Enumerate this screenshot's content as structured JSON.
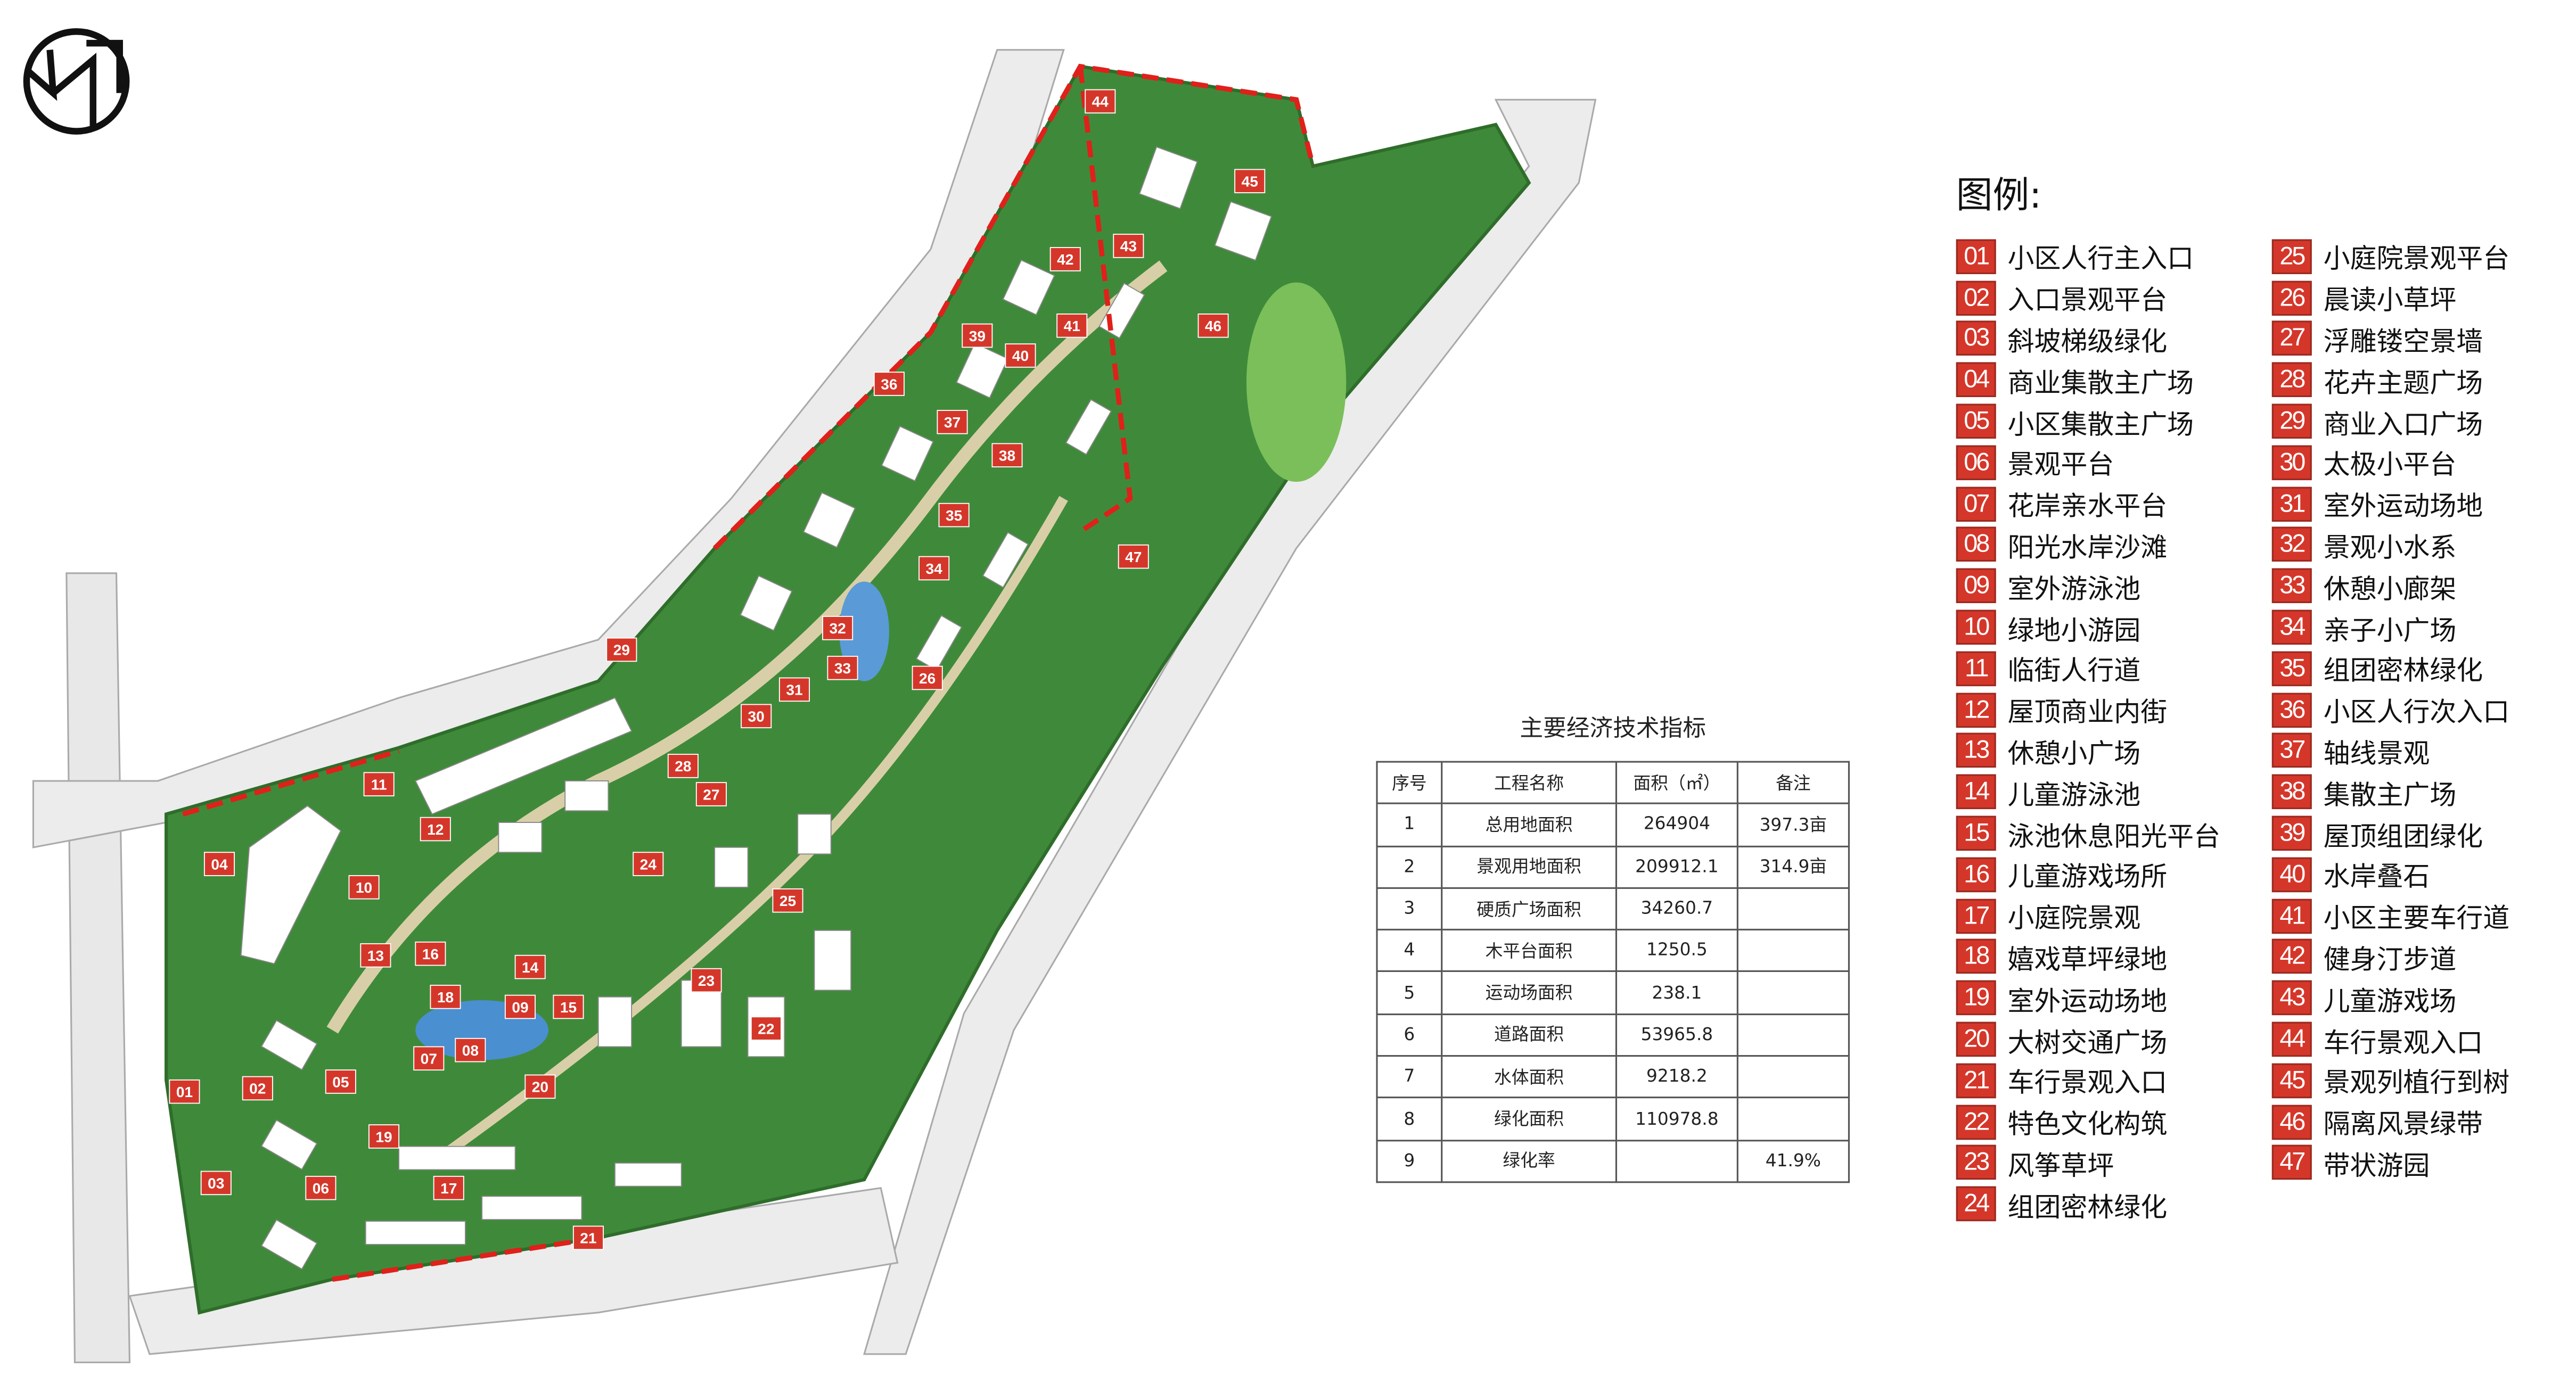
{
  "table": {
    "title": "主要经济技术指标",
    "headers": [
      "序号",
      "工程名称",
      "面积（㎡）",
      "备注"
    ],
    "rows": [
      [
        "1",
        "总用地面积",
        "264904",
        "397.3亩"
      ],
      [
        "2",
        "景观用地面积",
        "209912.1",
        "314.9亩"
      ],
      [
        "3",
        "硬质广场面积",
        "34260.7",
        ""
      ],
      [
        "4",
        "木平台面积",
        "1250.5",
        ""
      ],
      [
        "5",
        "运动场面积",
        "238.1",
        ""
      ],
      [
        "6",
        "道路面积",
        "53965.8",
        ""
      ],
      [
        "7",
        "水体面积",
        "9218.2",
        ""
      ],
      [
        "8",
        "绿化面积",
        "110978.8",
        ""
      ],
      [
        "9",
        "绿化率",
        "",
        "41.9%"
      ]
    ]
  },
  "legend": {
    "title": "图例:",
    "items": [
      {
        "num": "01",
        "label": "小区人行主入口"
      },
      {
        "num": "02",
        "label": "入口景观平台"
      },
      {
        "num": "03",
        "label": "斜坡梯级绿化"
      },
      {
        "num": "04",
        "label": "商业集散主广场"
      },
      {
        "num": "05",
        "label": "小区集散主广场"
      },
      {
        "num": "06",
        "label": "景观平台"
      },
      {
        "num": "07",
        "label": "花岸亲水平台"
      },
      {
        "num": "08",
        "label": "阳光水岸沙滩"
      },
      {
        "num": "09",
        "label": "室外游泳池"
      },
      {
        "num": "10",
        "label": "绿地小游园"
      },
      {
        "num": "11",
        "label": "临街人行道"
      },
      {
        "num": "12",
        "label": "屋顶商业内街"
      },
      {
        "num": "13",
        "label": "休憩小广场"
      },
      {
        "num": "14",
        "label": "儿童游泳池"
      },
      {
        "num": "15",
        "label": "泳池休息阳光平台"
      },
      {
        "num": "16",
        "label": "儿童游戏场所"
      },
      {
        "num": "17",
        "label": "小庭院景观"
      },
      {
        "num": "18",
        "label": "嬉戏草坪绿地"
      },
      {
        "num": "19",
        "label": "室外运动场地"
      },
      {
        "num": "20",
        "label": "大树交通广场"
      },
      {
        "num": "21",
        "label": "车行景观入口"
      },
      {
        "num": "22",
        "label": "特色文化构筑"
      },
      {
        "num": "23",
        "label": "风筝草坪"
      },
      {
        "num": "24",
        "label": "组团密林绿化"
      },
      {
        "num": "25",
        "label": "小庭院景观平台"
      },
      {
        "num": "26",
        "label": "晨读小草坪"
      },
      {
        "num": "27",
        "label": "浮雕镂空景墙"
      },
      {
        "num": "28",
        "label": "花卉主题广场"
      },
      {
        "num": "29",
        "label": "商业入口广场"
      },
      {
        "num": "30",
        "label": "太极小平台"
      },
      {
        "num": "31",
        "label": "室外运动场地"
      },
      {
        "num": "32",
        "label": "景观小水系"
      },
      {
        "num": "33",
        "label": "休憩小廊架"
      },
      {
        "num": "34",
        "label": "亲子小广场"
      },
      {
        "num": "35",
        "label": "组团密林绿化"
      },
      {
        "num": "36",
        "label": "小区人行次入口"
      },
      {
        "num": "37",
        "label": "轴线景观"
      },
      {
        "num": "38",
        "label": "集散主广场"
      },
      {
        "num": "39",
        "label": "屋顶组团绿化"
      },
      {
        "num": "40",
        "label": "水岸叠石"
      },
      {
        "num": "41",
        "label": "小区主要车行道"
      },
      {
        "num": "42",
        "label": "健身汀步道"
      },
      {
        "num": "43",
        "label": "儿童游戏场"
      },
      {
        "num": "44",
        "label": "车行景观入口"
      },
      {
        "num": "45",
        "label": "景观列植行到树"
      },
      {
        "num": "46",
        "label": "隔离风景绿带"
      },
      {
        "num": "47",
        "label": "带状游园"
      }
    ]
  },
  "colors": {
    "marker": "#d4372a",
    "green": "#3f8a3a",
    "boundary": "#e0201a"
  }
}
